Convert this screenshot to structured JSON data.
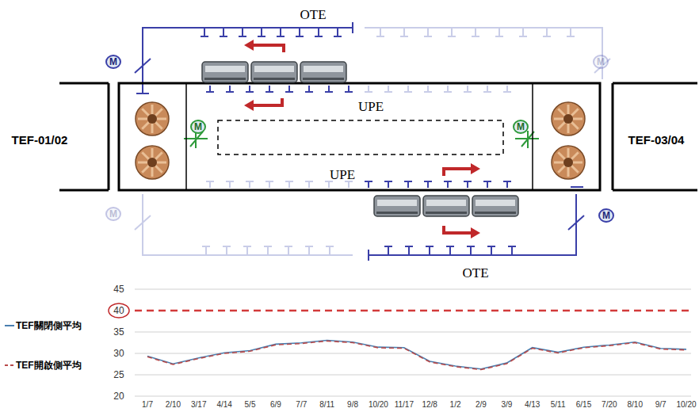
{
  "diagram": {
    "nodes": [
      {
        "text": [
          "M"
        ]
      },
      {
        "text": [
          "M"
        ]
      },
      {
        "text": [
          "M"
        ]
      },
      {
        "text": [
          "M"
        ]
      },
      {
        "text": [
          "M"
        ]
      },
      {
        "text": [
          "M"
        ]
      }
    ],
    "labels": [
      "OTE",
      "UPE",
      "UPE",
      "OTE",
      "TEF-01/02",
      "TEF-03/04",
      "45",
      "40",
      "35",
      "30",
      "25",
      "20",
      "1/7",
      "2/10",
      "3/17",
      "4/14",
      "5/5",
      "6/9",
      "7/7",
      "8/11",
      "9/8",
      "10/20",
      "11/17",
      "12/8",
      "1/2",
      "2/9",
      "3/9",
      "4/13",
      "5/11",
      "6/15",
      "7/20",
      "8/10",
      "9/7",
      "10/20"
    ],
    "legend": [
      {
        "text": "TEF關閉側平均"
      },
      {
        "text": "TEF開啟側平均"
      }
    ]
  }
}
